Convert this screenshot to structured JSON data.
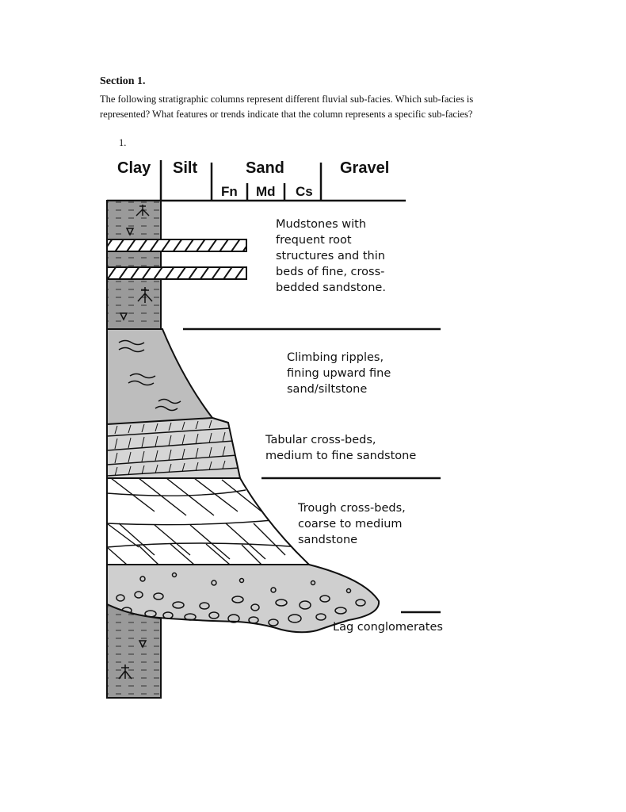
{
  "section": {
    "title": "Section 1.",
    "question_line1": "The following stratigraphic columns represent different fluvial sub-facies. Which sub-facies is",
    "question_line2": "represented? What features or trends indicate that the column represents a specific sub-facies?",
    "item_number": "1."
  },
  "grain_size_header": {
    "clay": "Clay",
    "silt": "Silt",
    "sand": "Sand",
    "gravel": "Gravel",
    "sand_fine": "Fn",
    "sand_medium": "Md",
    "sand_coarse": "Cs"
  },
  "units": [
    {
      "id": "mudstones",
      "lines": [
        "Mudstones with",
        "frequent root",
        "structures and thin",
        "beds of fine, cross-",
        "bedded sandstone."
      ]
    },
    {
      "id": "climbing-ripples",
      "lines": [
        "Climbing ripples,",
        "fining upward fine",
        "sand/siltstone"
      ]
    },
    {
      "id": "tabular-cross-beds",
      "lines": [
        "Tabular cross-beds,",
        "medium to fine sandstone"
      ]
    },
    {
      "id": "trough-cross-beds",
      "lines": [
        "Trough cross-beds,",
        "coarse to medium",
        "sandstone"
      ]
    },
    {
      "id": "lag-conglomerates",
      "lines": [
        "Lag conglomerates"
      ]
    }
  ]
}
